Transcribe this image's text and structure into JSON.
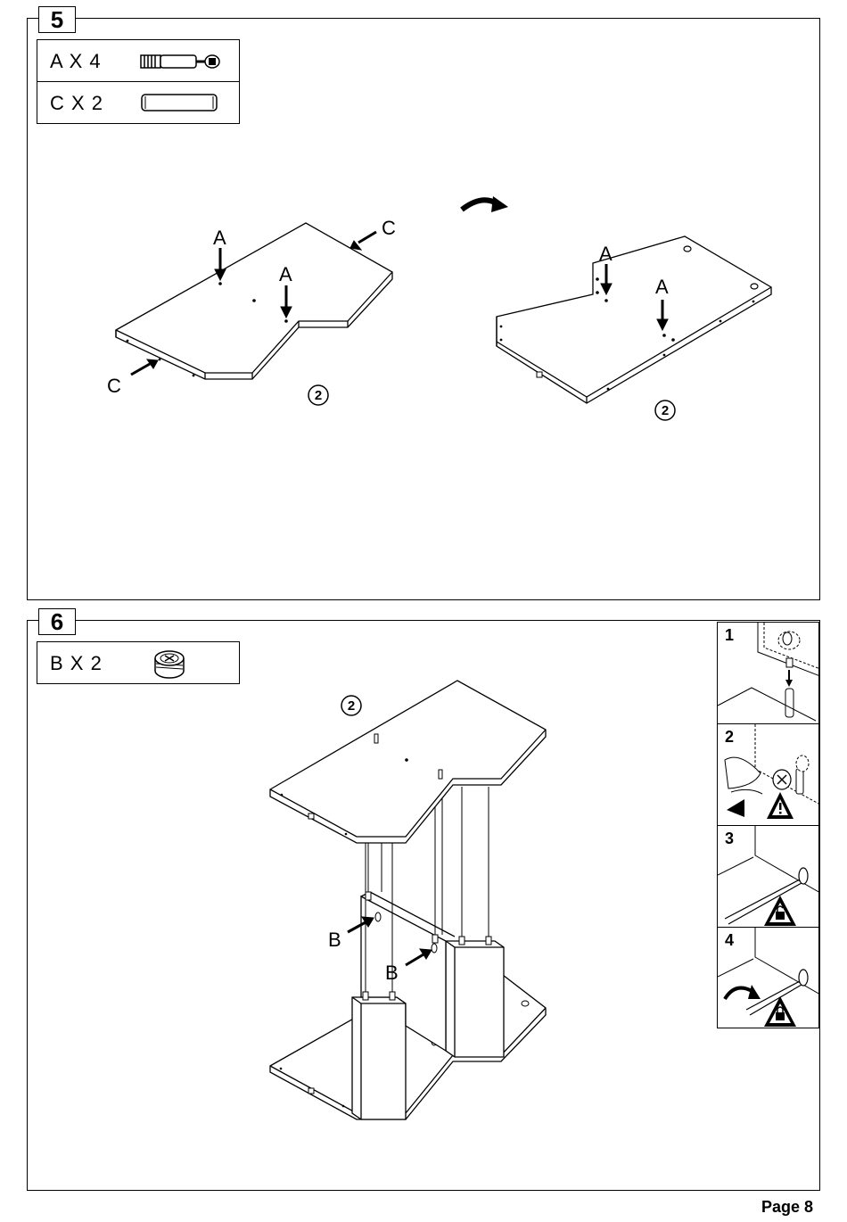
{
  "step5": {
    "number": "5",
    "parts": [
      {
        "label": "A X 4",
        "icon": "cam-bolt-icon"
      },
      {
        "label": "C X 2",
        "icon": "dowel-icon"
      }
    ],
    "labels": {
      "a1": "A",
      "a2": "A",
      "c1": "C",
      "c2": "C",
      "a3": "A",
      "a4": "A"
    },
    "panel_ref_left": "2",
    "panel_ref_right": "2",
    "flip_icon": "flip-arrow-icon"
  },
  "step6": {
    "number": "6",
    "parts": [
      {
        "label": "B X 2",
        "icon": "cam-lock-icon"
      }
    ],
    "labels": {
      "b1": "B",
      "b2": "B"
    },
    "panel_ref": "2",
    "details": [
      {
        "number": "1"
      },
      {
        "number": "2"
      },
      {
        "number": "3"
      },
      {
        "number": "4"
      }
    ]
  },
  "footer": {
    "page": "Page 8"
  }
}
